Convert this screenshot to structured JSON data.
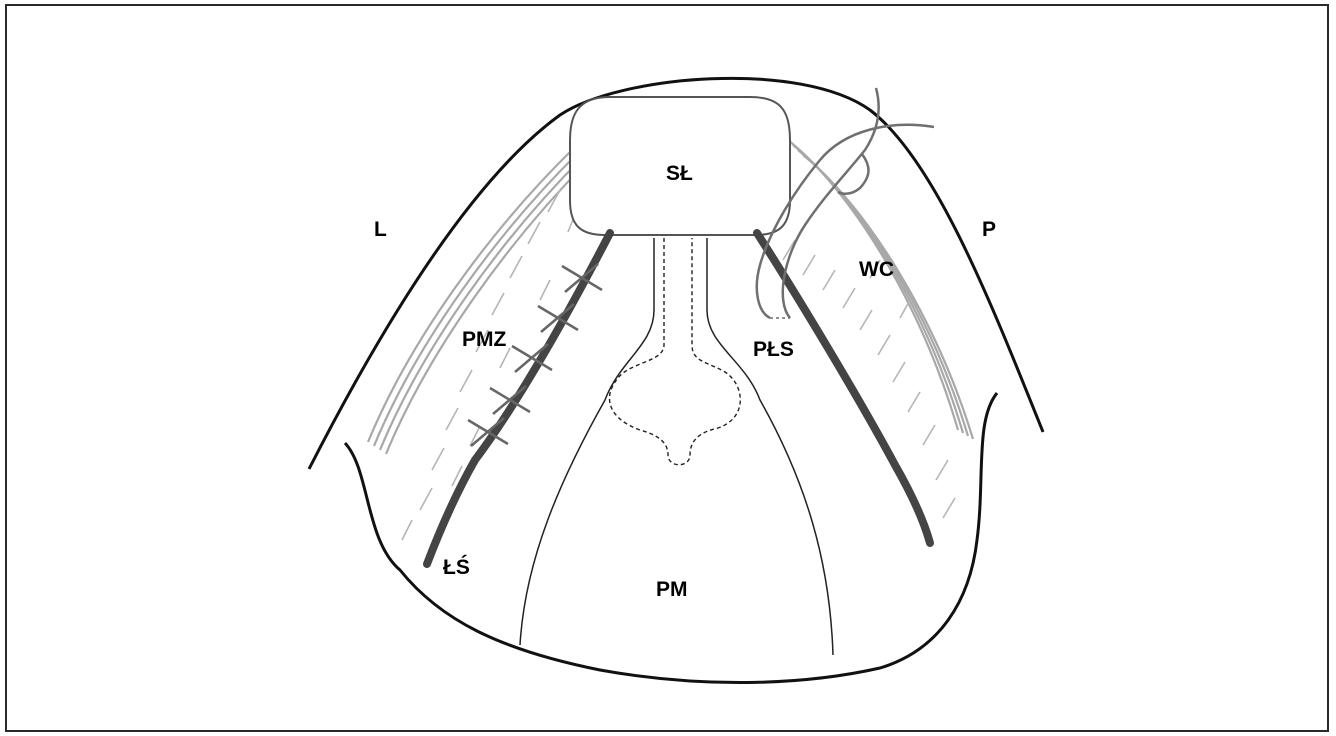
{
  "labels": {
    "left_side": "L",
    "right_side": "P",
    "center_top": "SŁ",
    "left_muscle": "PMZ",
    "right_flap": "PŁS",
    "right_outer": "WC",
    "bottom_left": "ŁŚ",
    "bottom_center": "PM"
  },
  "colors": {
    "outline": "#111111",
    "thick_band": "#444444",
    "fiber_lines": "#a8a8a8",
    "suture": "#6f6f6f",
    "stitch_marks": "#666666"
  }
}
